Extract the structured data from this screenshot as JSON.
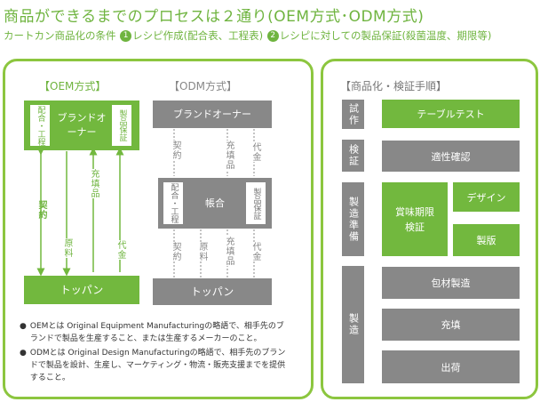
{
  "title": "商品ができるまでのプロセスは２通り(OEM方式･ODM方式)",
  "subtitle": {
    "prefix": "カートカン商品化の条件",
    "n1": "1",
    "item1": "レシピ作成(配合表、工程表)",
    "n2": "2",
    "item2": "レシピに対しての製品保証(殺菌温度、期限等)"
  },
  "oem": {
    "heading": "【OEM方式】",
    "brand_owner": "ブランドオーナー",
    "brand_left_tag": "配合・工程",
    "brand_right_tag": "製品保証",
    "contract": "契約",
    "raw": "原料",
    "filling": "充填品",
    "price": "代金",
    "toppan": "トッパン"
  },
  "odm": {
    "heading": "【ODM方式】",
    "brand_owner": "ブランドオーナー",
    "contract": "契約",
    "filling": "充填品",
    "price": "代金",
    "middle": "帳合",
    "middle_left_tag": "配合・工程",
    "middle_right_tag": "製品保証",
    "contract2": "契約",
    "raw2": "原料",
    "filling2": "充填品",
    "price2": "代金",
    "toppan": "トッパン"
  },
  "notes": [
    "OEMとは Original Equipment Manufacturingの略語で、相手先のブランドで製品を生産すること、または生産するメーカーのこと。",
    "ODMとは Original Design Manufacturingの略語で、相手先のブランドで製品を設計、生産し、マーケティング・物流・販売支援までを提供すること。"
  ],
  "process": {
    "heading": "【商品化・検証手順】",
    "phases": [
      "試作",
      "検証",
      "製造準備",
      "製造"
    ],
    "steps": {
      "test": "テーブルテスト",
      "check": "適性確認",
      "shelf_life": "賞味期限検証",
      "design": "デザイン",
      "plate": "製版",
      "packaging": "包材製造",
      "fill": "充填",
      "ship": "出荷"
    }
  },
  "colors": {
    "green": "#72b83e",
    "gray": "#888888",
    "border": "#8cc63f"
  }
}
